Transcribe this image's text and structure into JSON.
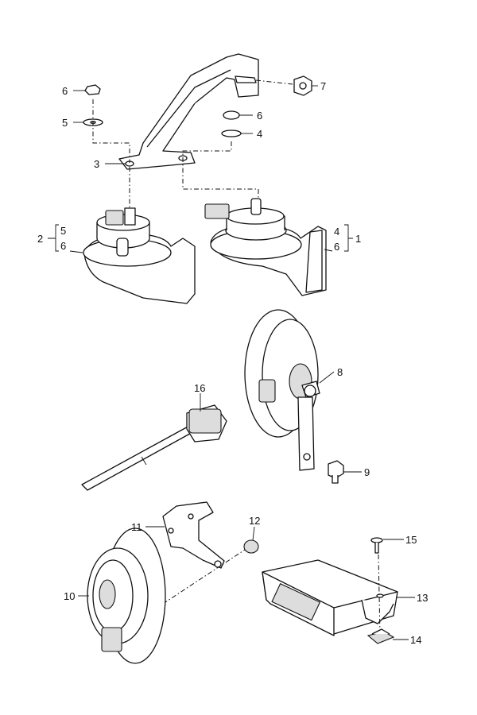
{
  "callouts": {
    "c1": "1",
    "c2": "2",
    "c3": "3",
    "c4a": "4",
    "c4b": "4",
    "c5a": "5",
    "c5b": "5",
    "c6a": "6",
    "c6b": "6",
    "c6c": "6",
    "c6d": "6",
    "c7": "7",
    "c8": "8",
    "c9": "9",
    "c10": "10",
    "c11": "11",
    "c12": "12",
    "c13": "13",
    "c14": "14",
    "c15": "15",
    "c16": "16"
  }
}
